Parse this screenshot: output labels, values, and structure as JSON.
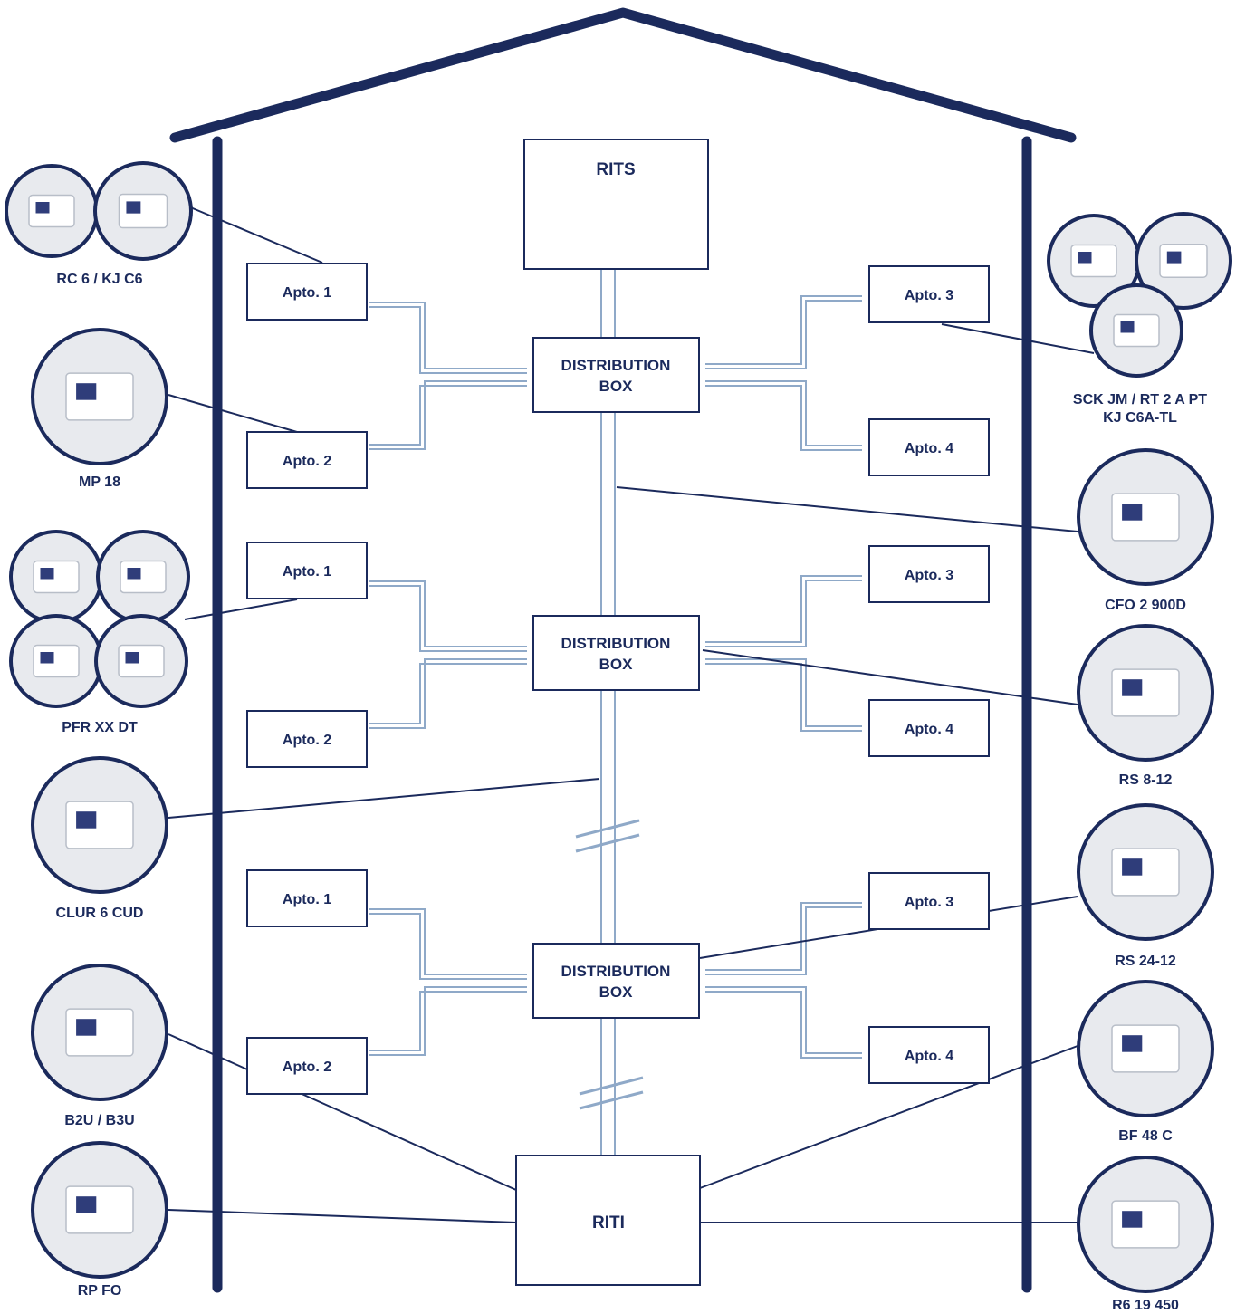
{
  "building": {
    "rits": "RITS",
    "riti": "RITI",
    "distribution_box": {
      "line1": "DISTRIBUTION",
      "line2": "BOX"
    },
    "floors": [
      {
        "apartments": [
          "Apto. 1",
          "Apto. 2",
          "Apto. 3",
          "Apto. 4"
        ]
      },
      {
        "apartments": [
          "Apto. 1",
          "Apto. 2",
          "Apto. 3",
          "Apto. 4"
        ]
      },
      {
        "apartments": [
          "Apto. 1",
          "Apto. 2",
          "Apto. 3",
          "Apto. 4"
        ]
      }
    ]
  },
  "products": {
    "left": [
      "RC 6 / KJ C6",
      "MP 18",
      "PFR XX DT",
      "CLUR 6 CUD",
      "B2U / B3U",
      "RP FO"
    ],
    "right": [
      "SCK JM / RT 2 A PT",
      "KJ C6A-TL",
      "CFO 2 900D",
      "RS 8-12",
      "RS 24-12",
      "BF 48 C",
      "R6 19 450"
    ]
  },
  "colors": {
    "navy": "#1b2a5c",
    "pipe": "#8fa9c8",
    "photo_bg": "#e8eaee"
  }
}
